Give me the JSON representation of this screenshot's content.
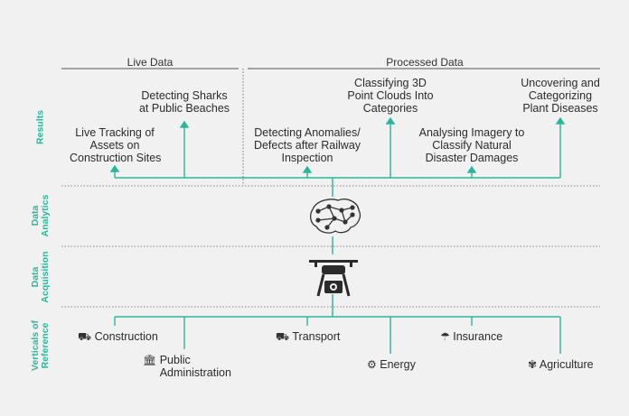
{
  "colors": {
    "accent": "#2bb59a",
    "text": "#2b2b2b",
    "background": "#f1f1f1",
    "rule": "#555555"
  },
  "headers": {
    "live": "Live Data",
    "processed": "Processed Data"
  },
  "row_labels": {
    "results": "Results",
    "analytics": "Data\nAnalytics",
    "acquisition": "Data\nAcquisition",
    "verticals": "Verticals of\nReference"
  },
  "results": [
    {
      "label": "Live Tracking of\nAssets on\nConstruction Sites"
    },
    {
      "label": "Detecting Sharks\nat Public Beaches"
    },
    {
      "label": "Detecting Anomalies/\nDefects after Railway\nInspection"
    },
    {
      "label": "Classifying 3D\nPoint Clouds Into\nCategories"
    },
    {
      "label": "Analysing Imagery to\nClassify Natural\nDisaster Damages"
    },
    {
      "label": "Uncovering and\nCategorizing\nPlant Diseases"
    }
  ],
  "icons": {
    "analytics": "brain-network-icon",
    "acquisition": "drone-camera-icon"
  },
  "verticals": [
    {
      "label": "Construction",
      "icon": "excavator-icon",
      "glyph": "⛟"
    },
    {
      "label": "Public\nAdministration",
      "icon": "government-building-icon",
      "glyph": "🏛"
    },
    {
      "label": "Transport",
      "icon": "truck-icon",
      "glyph": "⛟"
    },
    {
      "label": "Energy",
      "icon": "gear-icon",
      "glyph": "⚙"
    },
    {
      "label": "Insurance",
      "icon": "umbrella-icon",
      "glyph": "☂"
    },
    {
      "label": "Agriculture",
      "icon": "wheat-icon",
      "glyph": "✾"
    }
  ]
}
